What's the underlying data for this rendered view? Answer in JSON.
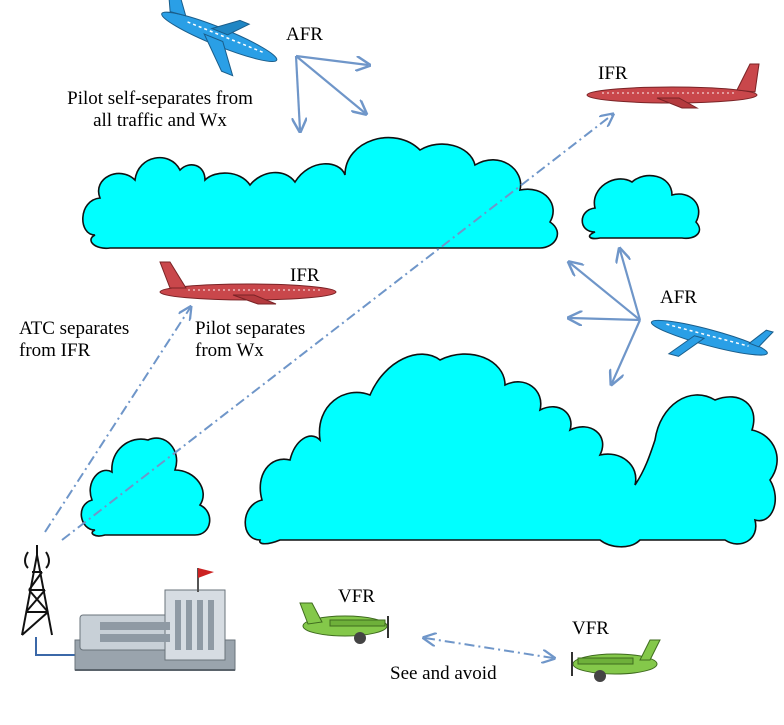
{
  "labels": {
    "afr_top": "AFR",
    "ifr_top": "IFR",
    "pilot_self_line1": "Pilot self-separates from",
    "pilot_self_line2": "all traffic and Wx",
    "ifr_mid": "IFR",
    "afr_right": "AFR",
    "atc_line1": "ATC separates",
    "atc_line2": "from IFR",
    "pilot_wx_line1": "Pilot separates",
    "pilot_wx_line2": "from Wx",
    "vfr_left": "VFR",
    "vfr_right": "VFR",
    "see_avoid": "See and avoid"
  },
  "colors": {
    "cloud_fill": "#00ffff",
    "cloud_stroke": "#111111",
    "arrow": "#6f96c9",
    "afr_plane": "#2a9fe6",
    "ifr_plane": "#c9474b",
    "vfr_plane": "#84c84a",
    "building": "#b7c2cc",
    "tower": "#111111"
  },
  "icons": {
    "afr_aircraft": "airliner-blue-icon",
    "ifr_aircraft": "airliner-red-icon",
    "vfr_aircraft": "light-plane-green-icon",
    "radio_tower": "radio-tower-icon",
    "atc_facility": "atc-building-icon"
  }
}
